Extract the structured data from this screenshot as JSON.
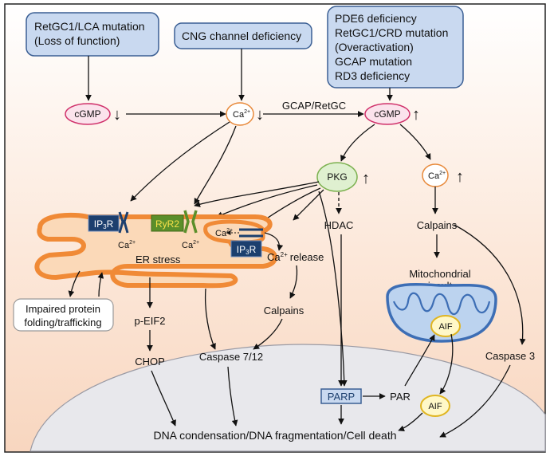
{
  "boxes": {
    "retgc1_lca": [
      "RetGC1/LCA mutation",
      "(Loss of function)"
    ],
    "cng": "CNG channel deficiency",
    "right": [
      "PDE6 deficiency",
      "RetGC1/CRD mutation",
      "(Overactivation)",
      "GCAP mutation",
      "RD3 deficiency"
    ],
    "impaired": [
      "Impaired protein",
      "folding/trafficking"
    ]
  },
  "nodes": {
    "cgmp_left": "cGMP",
    "ca_mid": "Ca",
    "ca_sup": "2+",
    "gcap": "GCAP/RetGC",
    "cgmp_right": "cGMP",
    "pkg": "PKG",
    "ca_right": "Ca",
    "hdac": "HDAC",
    "calpains_right": "Calpains",
    "mito": [
      "Mitochondrial",
      "insult"
    ],
    "aif": "AIF",
    "caspase3": "Caspase 3",
    "parp": "PARP",
    "par": "PAR"
  },
  "er": {
    "ip3r": "IP",
    "ip3r_sub": "3",
    "ip3r_end": "R",
    "ryr2": "RyR2",
    "ca_label": "Ca",
    "er_stress": "ER stress",
    "ca_release": "release",
    "calpains": "Calpains",
    "peif2": "p-EIF2",
    "chop": "CHOP",
    "caspase712": "Caspase 7/12"
  },
  "arrows": {
    "down": "↓",
    "up": "↑"
  },
  "bottom": "DNA condensation/DNA fragmentation/Cell death",
  "colors": {
    "box_fill": "#c9d9f0",
    "box_stroke": "#3b5f94",
    "cgmp_stroke": "#d0306a",
    "cgmp_fill": "#fbe3ec",
    "ca_stroke": "#e8893a",
    "pkg_fill": "#dff0d0",
    "pkg_stroke": "#7cb150",
    "er_orange": "#f08a36",
    "er_fill": "#fbd9b8",
    "ip3r_fill": "#1c3f6e",
    "ryr2_fill": "#5b8f2a",
    "nucleus": "#e6e6ea",
    "mito_blue": "#3d6eb5",
    "aif_fill": "#fff8c8",
    "aif_stroke": "#e0b520",
    "parp_fill": "#5476b0"
  }
}
